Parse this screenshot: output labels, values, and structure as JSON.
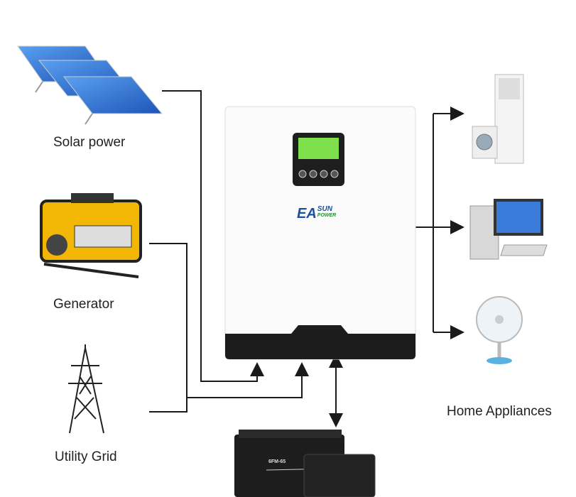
{
  "sources": {
    "solar": {
      "label": "Solar power"
    },
    "generator": {
      "label": "Generator"
    },
    "grid": {
      "label": "Utility Grid"
    }
  },
  "inverter": {
    "brand_top": "EA",
    "brand_sun": "SUN",
    "brand_power": "POWER"
  },
  "loads": {
    "label": "Home Appliances",
    "items": [
      "air-conditioner",
      "computer",
      "fan"
    ]
  },
  "battery": {
    "model": "6FM-65"
  },
  "colors": {
    "line": "#1a1a1a",
    "lcd": "#7ee04a",
    "brand": "#1f4fa0",
    "panel": "#2f6fd0"
  }
}
